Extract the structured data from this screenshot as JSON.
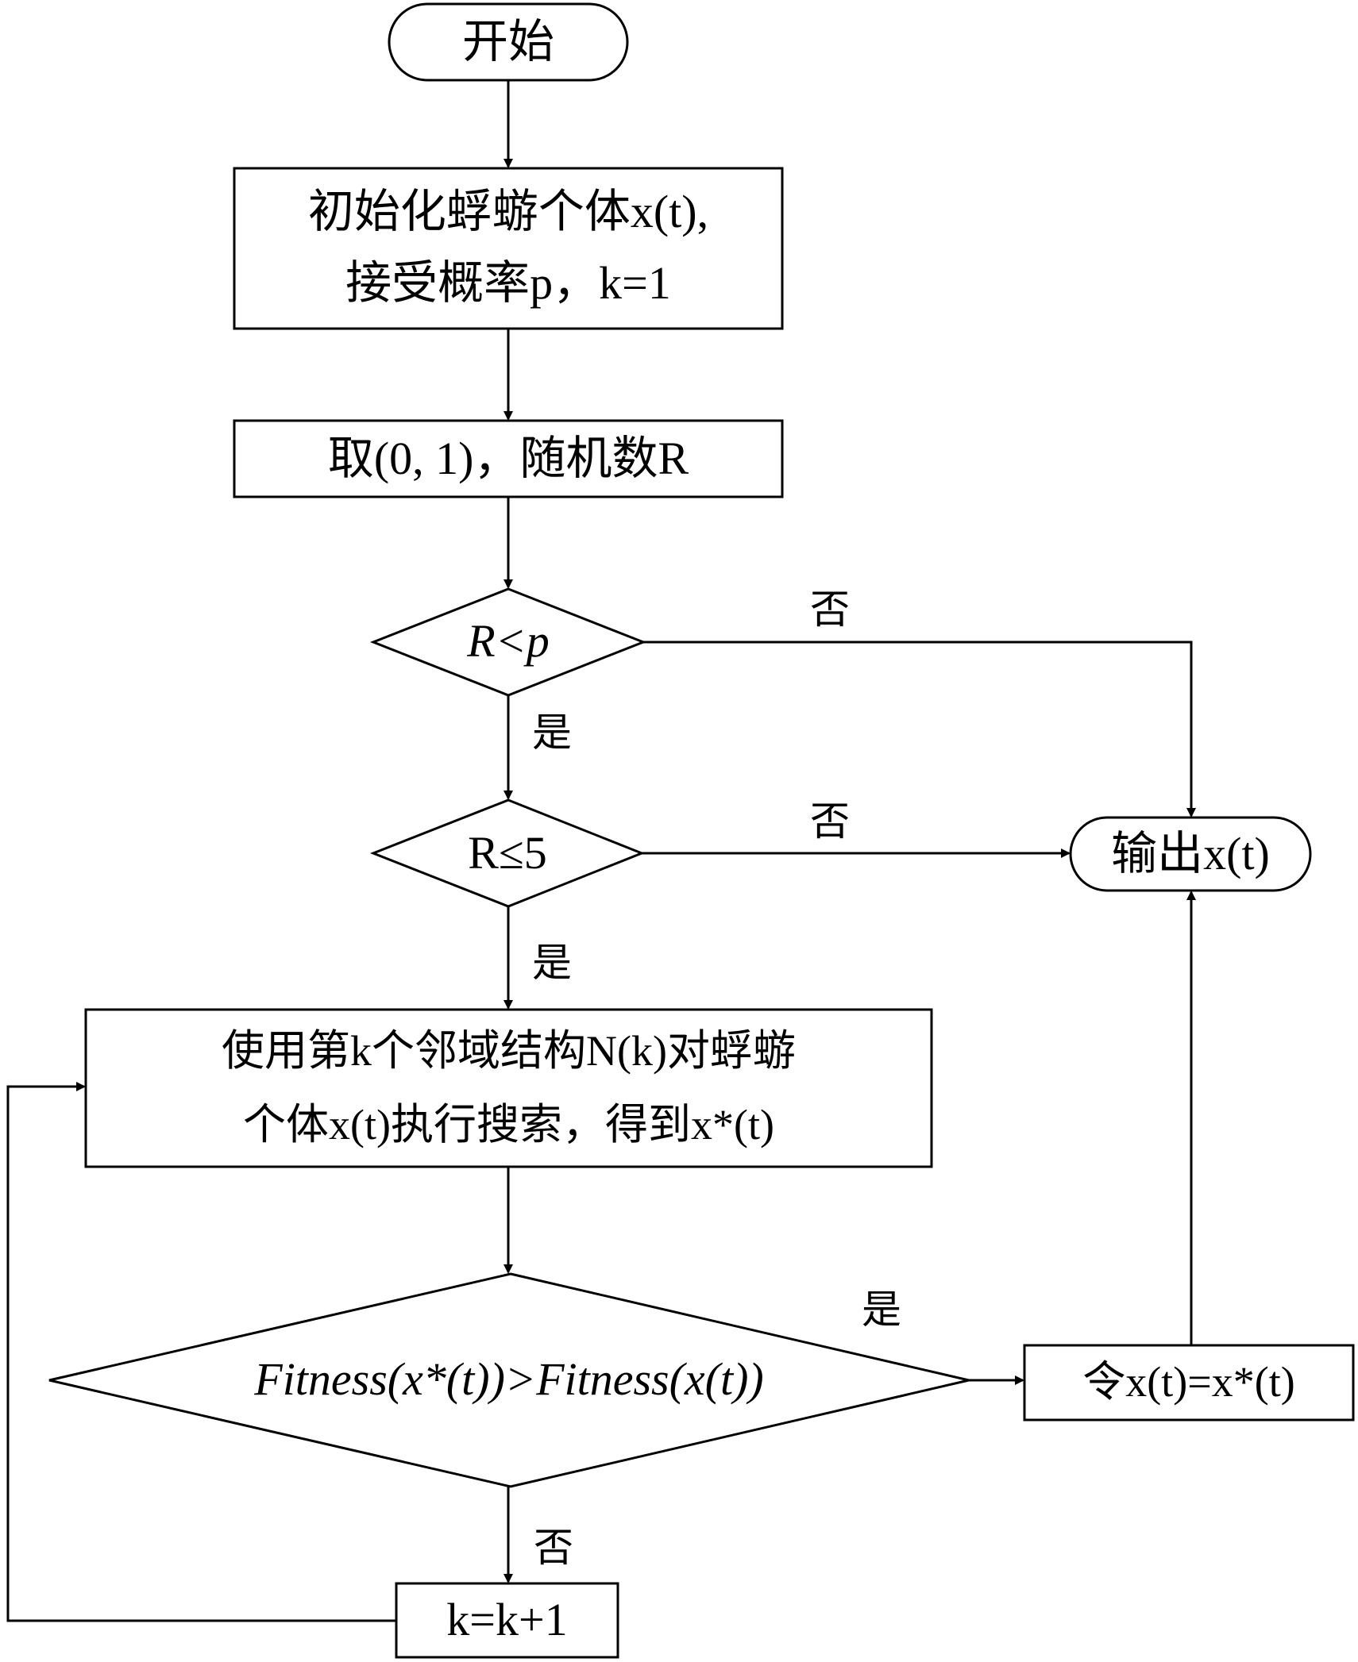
{
  "flowchart": {
    "start": "开始",
    "init_line1": "初始化蜉蝣个体x(t),",
    "init_line2": "接受概率p，k=1",
    "random": "取(0, 1)，随机数R",
    "cond1": "R<p",
    "cond2": "R≤5",
    "search_line1": "使用第k个邻域结构N(k)对蜉蝣",
    "search_line2": "个体x(t)执行搜索，得到x*(t)",
    "cond3": "Fitness(x*(t))>Fitness(x(t))",
    "assign": "令x(t)=x*(t)",
    "output": "输出x(t)",
    "increment": "k=k+1",
    "cond1_no": "否",
    "cond1_yes": "是",
    "cond2_no": "否",
    "cond2_yes": "是",
    "cond3_yes": "是",
    "cond3_no": "否"
  }
}
